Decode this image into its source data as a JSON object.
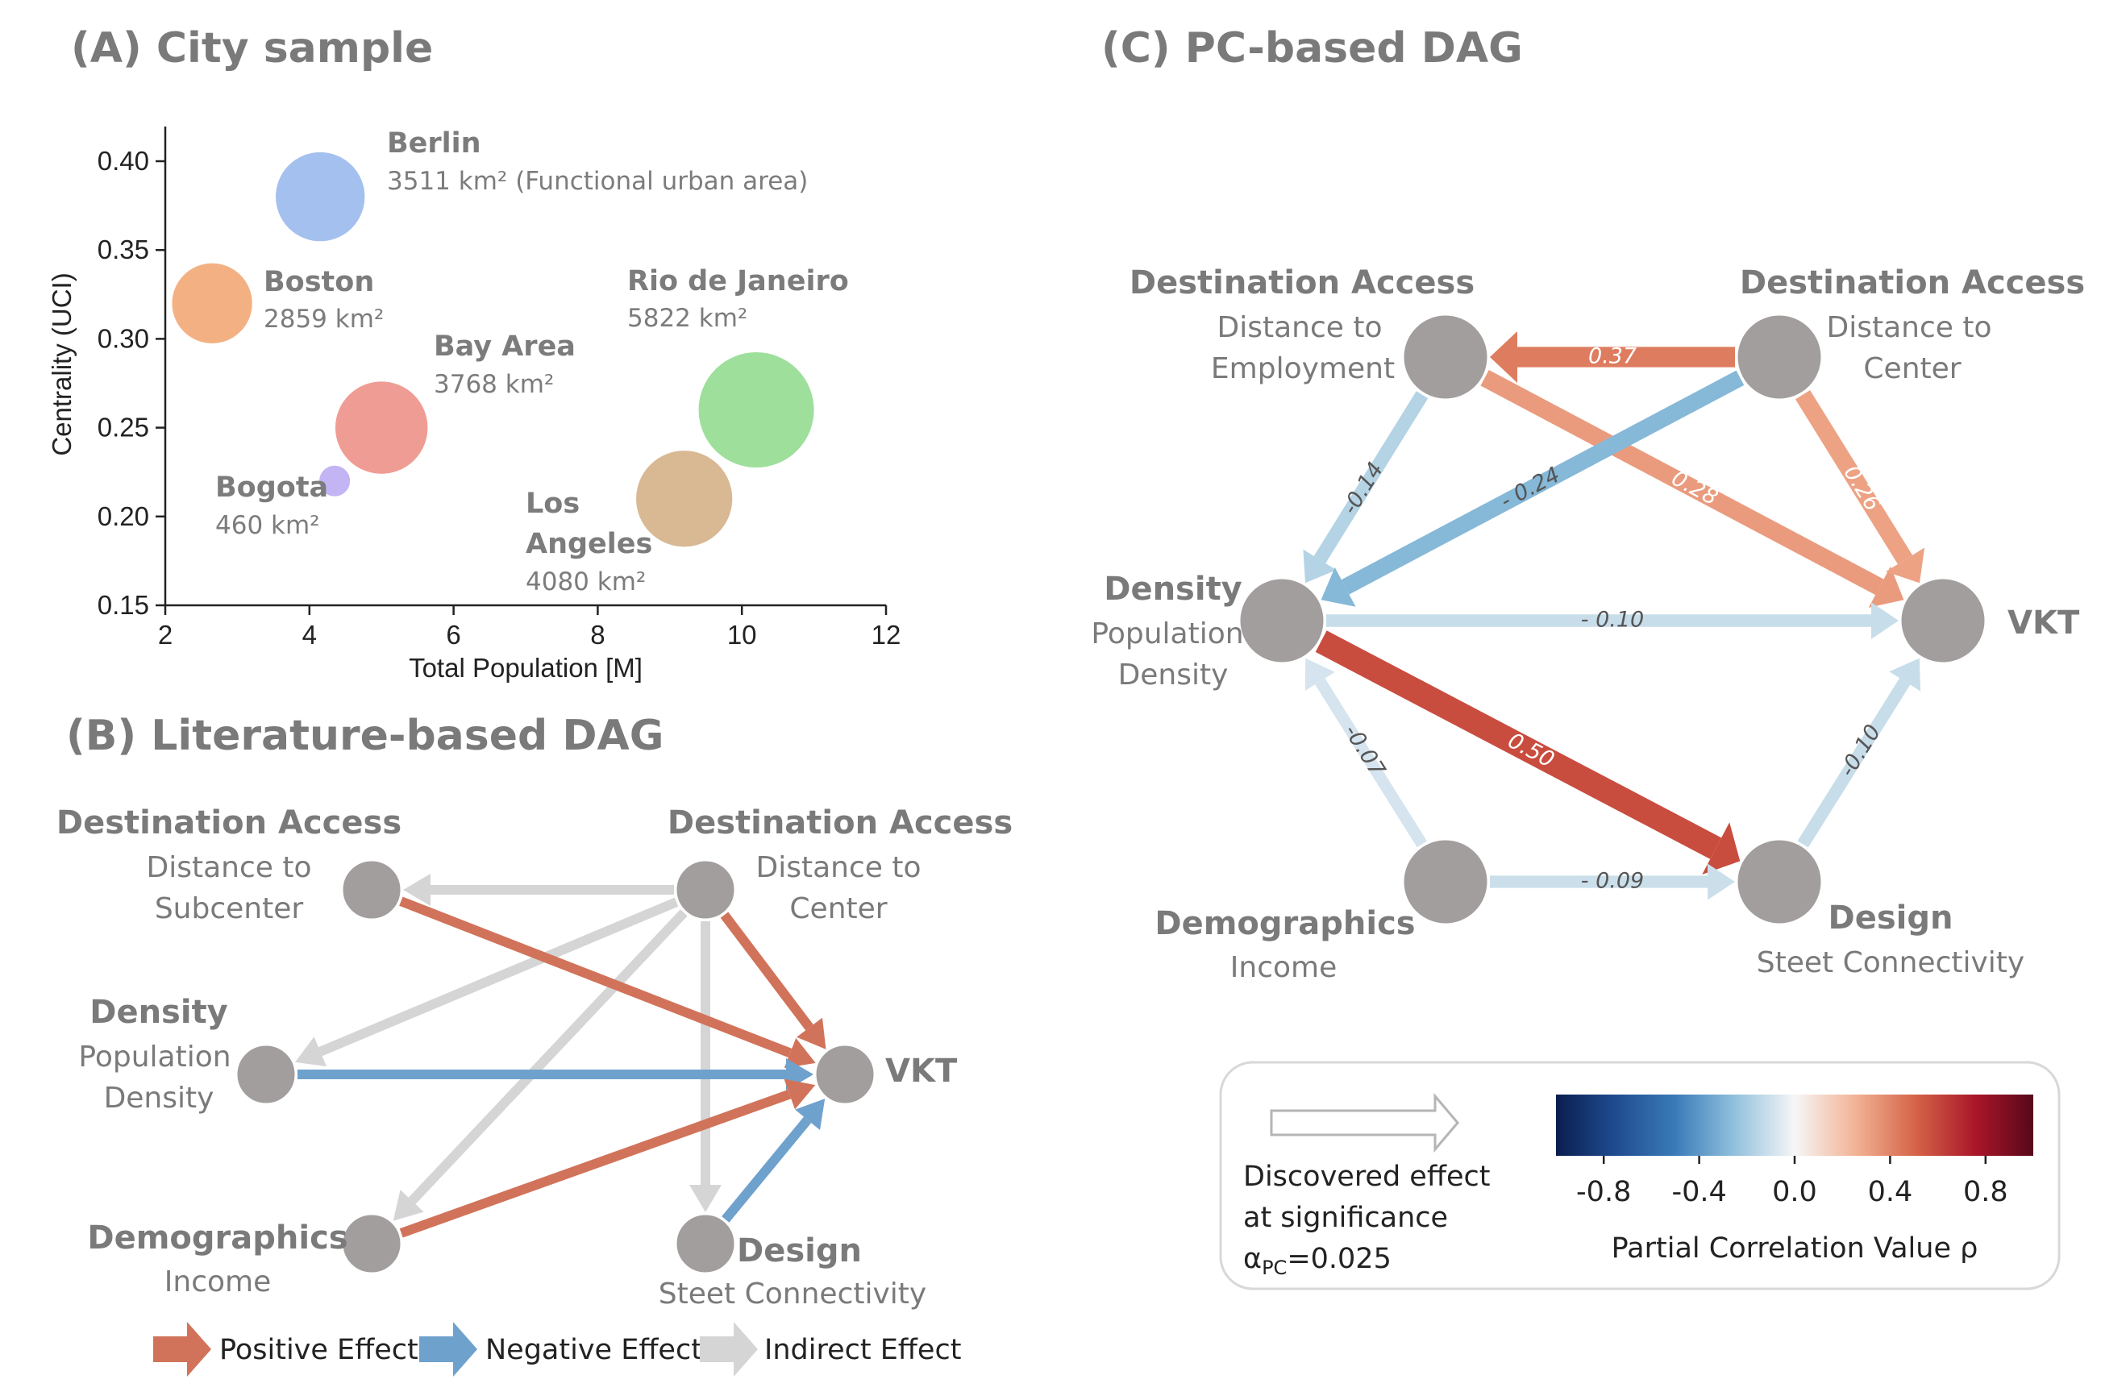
{
  "panel_a": {
    "title": "(A) City sample",
    "chart_data": {
      "type": "scatter",
      "title": "",
      "xlabel": "Total Population [M]",
      "ylabel": "Centrality (UCI)",
      "xlim": [
        2,
        12
      ],
      "ylim": [
        0.15,
        0.42
      ],
      "xticks": [
        "2",
        "4",
        "6",
        "8",
        "10",
        "12"
      ],
      "yticks": [
        "0.15",
        "0.20",
        "0.25",
        "0.30",
        "0.35",
        "0.40"
      ],
      "points": [
        {
          "name": "Berlin",
          "x": 4.15,
          "y": 0.38,
          "area_km2": 3511,
          "area_label": "3511 km²",
          "note": "(Functional urban area)",
          "color": "#a4c0ee"
        },
        {
          "name": "Boston",
          "x": 2.65,
          "y": 0.32,
          "area_km2": 2859,
          "area_label": "2859 km²",
          "color": "#f3b183"
        },
        {
          "name": "Bay Area",
          "x": 5.0,
          "y": 0.25,
          "area_km2": 3768,
          "area_label": "3768 km²",
          "color": "#ef9c94"
        },
        {
          "name": "Bogota",
          "x": 4.35,
          "y": 0.22,
          "area_km2": 460,
          "area_label": "460 km²",
          "color": "#c3b4f4"
        },
        {
          "name": "Rio de Janeiro",
          "x": 10.2,
          "y": 0.26,
          "area_km2": 5822,
          "area_label": "5822 km²",
          "color": "#9ddf9b"
        },
        {
          "name": "Los Angeles",
          "x": 9.2,
          "y": 0.21,
          "area_km2": 4080,
          "area_label": "4080 km²",
          "color": "#d8b993"
        }
      ],
      "label_names": {
        "berlin": "Berlin",
        "boston": "Boston",
        "bay": "Bay Area",
        "bogota": "Bogota",
        "rio": "Rio de Janeiro",
        "la_1": "Los",
        "la_2": "Angeles"
      },
      "label_areas": {
        "berlin": "3511 km²",
        "berlin_note": "(Functional urban area)",
        "boston": "2859 km²",
        "bay": "3768 km²",
        "bogota": "460 km²",
        "rio": "5822 km²",
        "la": "4080 km²"
      }
    }
  },
  "panel_b": {
    "title": "(B) Literature-based DAG",
    "nodes": {
      "subcenter": {
        "head": "Destination Access",
        "sub1": "Distance to",
        "sub2": "Subcenter"
      },
      "center": {
        "head": "Destination Access",
        "sub1": "Distance to",
        "sub2": "Center"
      },
      "density": {
        "head": "Density",
        "sub1": "Population",
        "sub2": "Density"
      },
      "vkt": {
        "head": "VKT"
      },
      "demographics": {
        "head": "Demographics",
        "sub1": "Income"
      },
      "design": {
        "head": "Design",
        "sub1": "Steet Connectivity"
      }
    },
    "edges": [
      {
        "from": "center",
        "to": "subcenter",
        "effect": "indirect"
      },
      {
        "from": "center",
        "to": "density",
        "effect": "indirect"
      },
      {
        "from": "center",
        "to": "demographics",
        "effect": "indirect"
      },
      {
        "from": "center",
        "to": "design",
        "effect": "indirect"
      },
      {
        "from": "center",
        "to": "vkt",
        "effect": "positive"
      },
      {
        "from": "subcenter",
        "to": "vkt",
        "effect": "positive"
      },
      {
        "from": "density",
        "to": "vkt",
        "effect": "negative"
      },
      {
        "from": "demographics",
        "to": "vkt",
        "effect": "positive"
      },
      {
        "from": "design",
        "to": "vkt",
        "effect": "negative"
      }
    ],
    "legend": {
      "positive": "Positive Effect",
      "negative": "Negative Effect",
      "indirect": "Indirect Effect"
    },
    "colors": {
      "positive": "#d1735a",
      "negative": "#6fa1cd",
      "indirect": "#d5d5d5",
      "node": "#a29e9e"
    }
  },
  "panel_c": {
    "title": "(C) PC-based DAG",
    "nodes": {
      "employment": {
        "head": "Destination Access",
        "sub1": "Distance to",
        "sub2": "Employment"
      },
      "center": {
        "head": "Destination Access",
        "sub1": "Distance to",
        "sub2": "Center"
      },
      "density": {
        "head": "Density",
        "sub1": "Population",
        "sub2": "Density"
      },
      "vkt": {
        "head": "VKT"
      },
      "demographics": {
        "head": "Demographics",
        "sub1": "Income"
      },
      "design": {
        "head": "Design",
        "sub1": "Steet Connectivity"
      }
    },
    "edges": [
      {
        "from": "center",
        "to": "employment",
        "rho": 0.37,
        "label": "0.37"
      },
      {
        "from": "employment",
        "to": "vkt",
        "rho": 0.28,
        "label": "0.28"
      },
      {
        "from": "center",
        "to": "vkt",
        "rho": 0.26,
        "label": "0.26"
      },
      {
        "from": "employment",
        "to": "density",
        "rho": -0.14,
        "label": "-0.14"
      },
      {
        "from": "center",
        "to": "density",
        "rho": -0.24,
        "label": "- 0.24"
      },
      {
        "from": "density",
        "to": "vkt",
        "rho": -0.1,
        "label": "- 0.10"
      },
      {
        "from": "density",
        "to": "design",
        "rho": 0.5,
        "label": "0.50"
      },
      {
        "from": "demographics",
        "to": "density",
        "rho": -0.07,
        "label": "-0.07"
      },
      {
        "from": "demographics",
        "to": "design",
        "rho": -0.09,
        "label": "- 0.09"
      },
      {
        "from": "design",
        "to": "vkt",
        "rho": -0.1,
        "label": "-0.10"
      }
    ],
    "legend": {
      "effect_line1": "Discovered effect",
      "effect_line2": "at significance",
      "alpha_symbol": "α",
      "alpha_sub": "PC",
      "alpha_value": "=0.025",
      "colorbar_label": "Partial Correlation Value ρ",
      "colorbar_ticks": [
        "-0.8",
        "-0.4",
        "0.0",
        "0.4",
        "0.8"
      ],
      "colorbar_range": [
        -1,
        1
      ],
      "colormap": "RdBu_r"
    }
  }
}
